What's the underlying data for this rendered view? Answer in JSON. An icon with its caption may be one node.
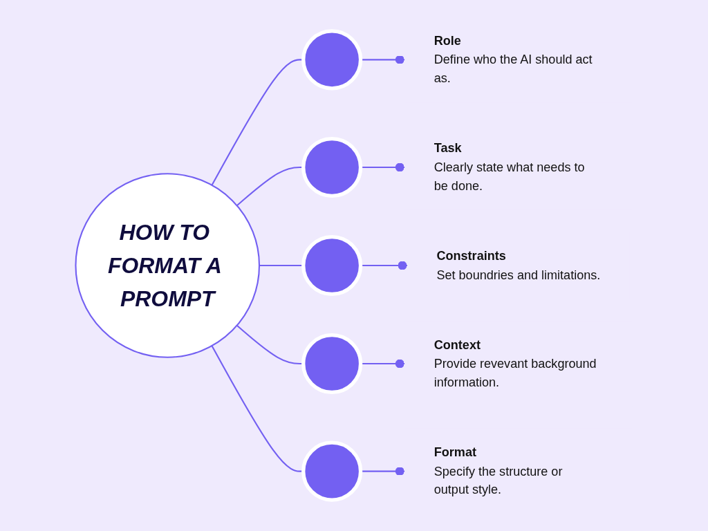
{
  "diagram": {
    "nodes": [
      {
        "text": [
          "HOW TO FORMAT A PROMPT"
        ]
      },
      {
        "text": [],
        "shape": "circle"
      },
      {
        "text": [
          "Role",
          "Define who the AI should act as."
        ]
      },
      {
        "text": [],
        "shape": "circle"
      },
      {
        "text": [
          "Task",
          "Clearly state what needs to be done."
        ]
      },
      {
        "text": [],
        "shape": "circle"
      },
      {
        "text": [
          "Constraints",
          "Set boundries and limitations."
        ]
      },
      {
        "text": [],
        "shape": "circle"
      },
      {
        "text": [
          "Context",
          "Provide revevant background information."
        ]
      },
      {
        "text": [],
        "shape": "circle"
      },
      {
        "text": [
          "Format",
          "Specify the structure or output style."
        ]
      }
    ],
    "edges": [
      {
        "from": 0,
        "to": 1,
        "arrow": "none"
      },
      {
        "from": 1,
        "to": 2,
        "arrow": "other"
      },
      {
        "from": 0,
        "to": 3,
        "arrow": "none"
      },
      {
        "from": 3,
        "to": 4,
        "arrow": "other"
      },
      {
        "from": 0,
        "to": 5,
        "arrow": "none"
      },
      {
        "from": 5,
        "to": 6,
        "arrow": "other"
      },
      {
        "from": 0,
        "to": 7,
        "arrow": "none"
      },
      {
        "from": 7,
        "to": 8,
        "arrow": "other"
      },
      {
        "from": 0,
        "to": 9,
        "arrow": "none"
      },
      {
        "from": 9,
        "to": 10,
        "arrow": "other"
      }
    ]
  }
}
